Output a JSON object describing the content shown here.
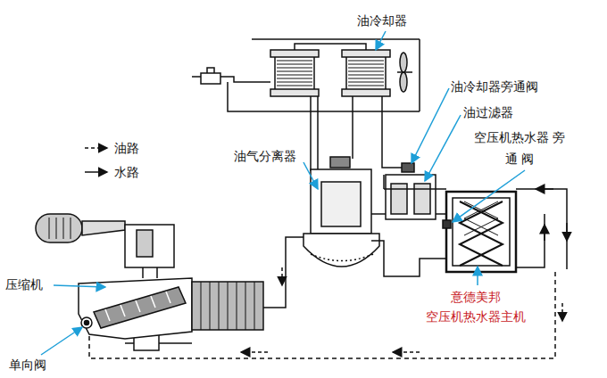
{
  "diagram": {
    "labels": [
      "油冷却器",
      "油冷却器旁通阀",
      "油过滤器",
      "空压机热水器 旁 通 阀",
      "油气分离器",
      "压缩机",
      "单向阀",
      "意德美邦 空压机热水器主机"
    ],
    "legend": [
      {
        "text": "油路"
      },
      {
        "text": "水路"
      }
    ]
  }
}
